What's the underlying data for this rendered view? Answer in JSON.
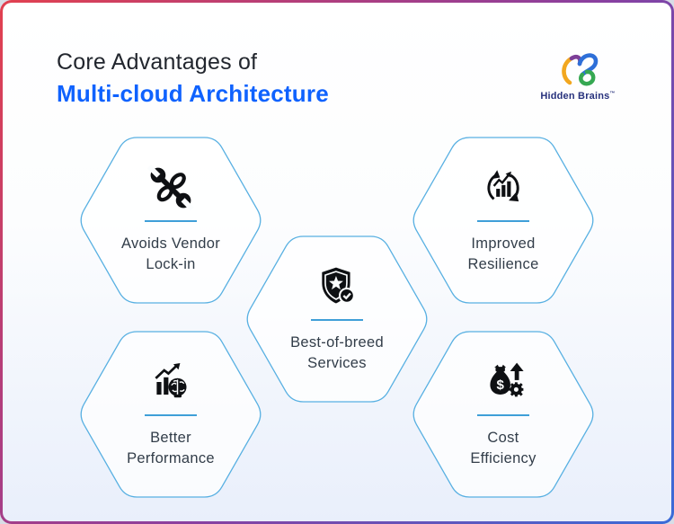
{
  "page": {
    "title_line1": "Core Advantages of",
    "title_line2": "Multi-cloud Architecture"
  },
  "logo": {
    "brand": "Hidden Brains",
    "mark": "™"
  },
  "colors": {
    "accent_blue": "#0f62fe",
    "hex_border": "#58b0e2",
    "divider_blue": "#3f9fd8",
    "label_text": "#323d49",
    "icon_black": "#0e1013",
    "frame_gradient_start": "#e2404f",
    "frame_gradient_mid": "#8a3f9f",
    "frame_gradient_end": "#3a6bd8",
    "logo_navy": "#27317c"
  },
  "advantages": [
    {
      "line1": "Avoids Vendor",
      "line2": "Lock-in",
      "icon": "wrench-chain-icon"
    },
    {
      "line1": "Improved",
      "line2": "Resilience",
      "icon": "refresh-chart-icon"
    },
    {
      "line1": "Best-of-breed",
      "line2": "Services",
      "icon": "shield-star-check-icon"
    },
    {
      "line1": "Better",
      "line2": "Performance",
      "icon": "growth-brain-icon"
    },
    {
      "line1": "Cost",
      "line2": "Efficiency",
      "icon": "money-bag-gear-icon"
    }
  ],
  "icon_glyphs": {
    "dollar": "$"
  }
}
